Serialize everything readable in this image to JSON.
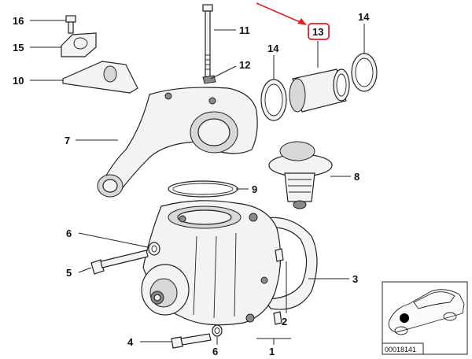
{
  "labels": {
    "l16": "16",
    "l15": "15",
    "l10": "10",
    "l11": "11",
    "l12": "12",
    "l13": "13",
    "l14a": "14",
    "l14b": "14",
    "l7": "7",
    "l8": "8",
    "l9": "9",
    "l6a": "6",
    "l5": "5",
    "l3": "3",
    "l2": "2",
    "l1": "1",
    "l4": "4",
    "l6b": "6"
  },
  "diagram_code": "00018141",
  "colors": {
    "highlight": "#e02020",
    "line": "#222222"
  }
}
